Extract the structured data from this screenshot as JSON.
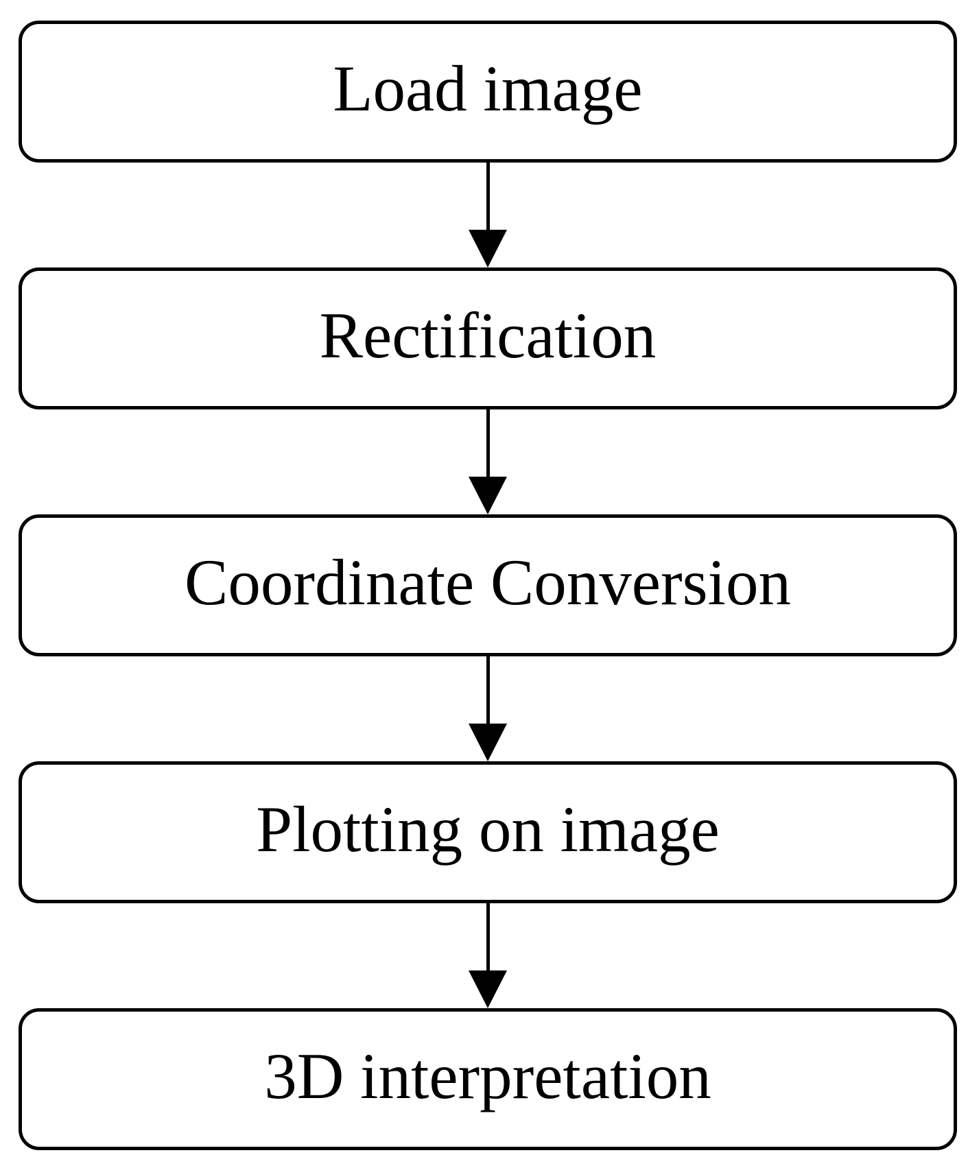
{
  "figure": {
    "type": "flowchart",
    "direction": "top-down",
    "background_color": "#ffffff",
    "stroke_color": "#000000",
    "node_fill_color": "#ffffff",
    "node_count": 5,
    "arrow_count": 4
  },
  "steps": [
    {
      "label": "Load image"
    },
    {
      "label": "Rectification"
    },
    {
      "label": "Coordinate Conversion"
    },
    {
      "label": "Plotting on image"
    },
    {
      "label": "3D interpretation"
    }
  ]
}
